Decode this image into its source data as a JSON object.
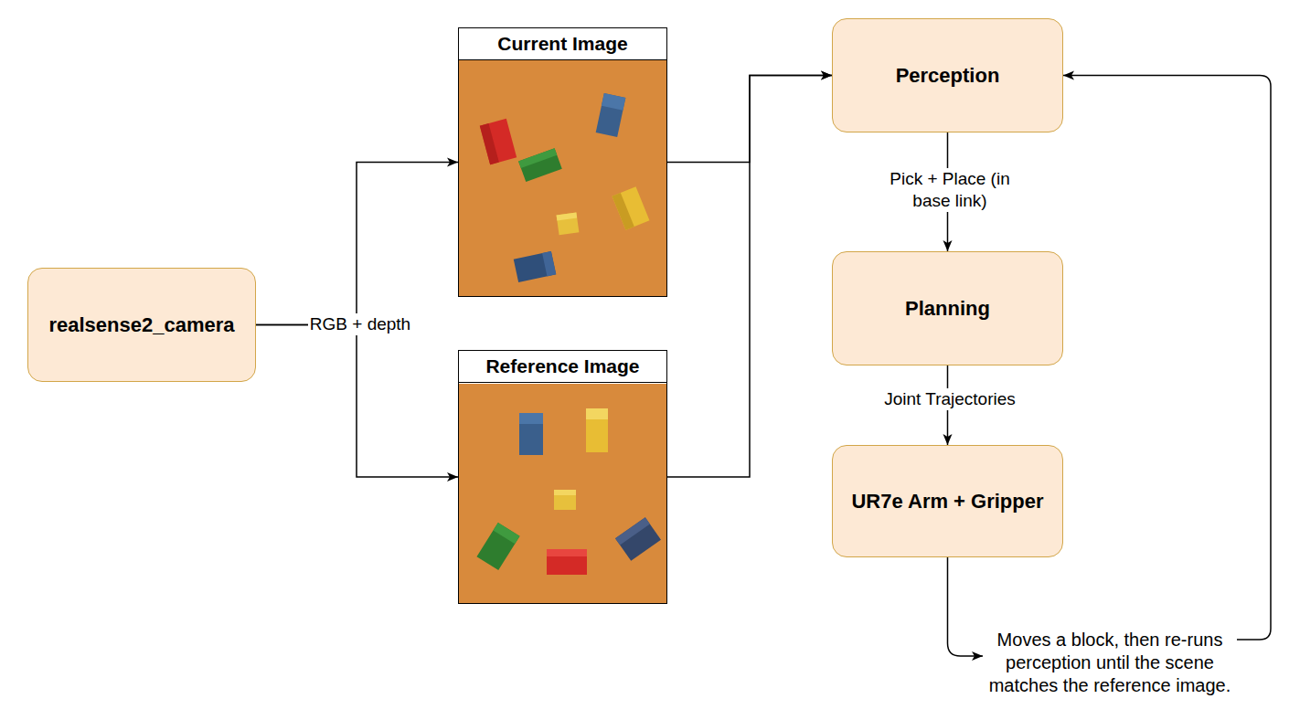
{
  "diagram": {
    "nodes": [
      {
        "text": [
          "realsense2_camera"
        ]
      },
      {
        "text": [
          "Current Image"
        ]
      },
      {
        "text": [
          "Reference Image"
        ]
      },
      {
        "text": [
          "Perception"
        ]
      },
      {
        "text": [
          "Planning"
        ]
      },
      {
        "text": [
          "UR7e Arm + Gripper"
        ]
      }
    ],
    "edges": [
      {
        "from": 0,
        "to": 1,
        "arrow": "to",
        "label": "RGB + depth"
      },
      {
        "from": 0,
        "to": 2,
        "arrow": "to"
      },
      {
        "from": 1,
        "to": 3,
        "arrow": "to"
      },
      {
        "from": 2,
        "to": 3,
        "arrow": "to"
      },
      {
        "from": 3,
        "to": 4,
        "arrow": "to",
        "label": "Pick + Place (in base link)"
      },
      {
        "from": 4,
        "to": 5,
        "arrow": "to",
        "label": "Joint Trajectories"
      },
      {
        "from": 5,
        "to": 3,
        "arrow": "to",
        "label": "Moves a block, then re-runs perception until the scene matches the reference image."
      }
    ]
  }
}
